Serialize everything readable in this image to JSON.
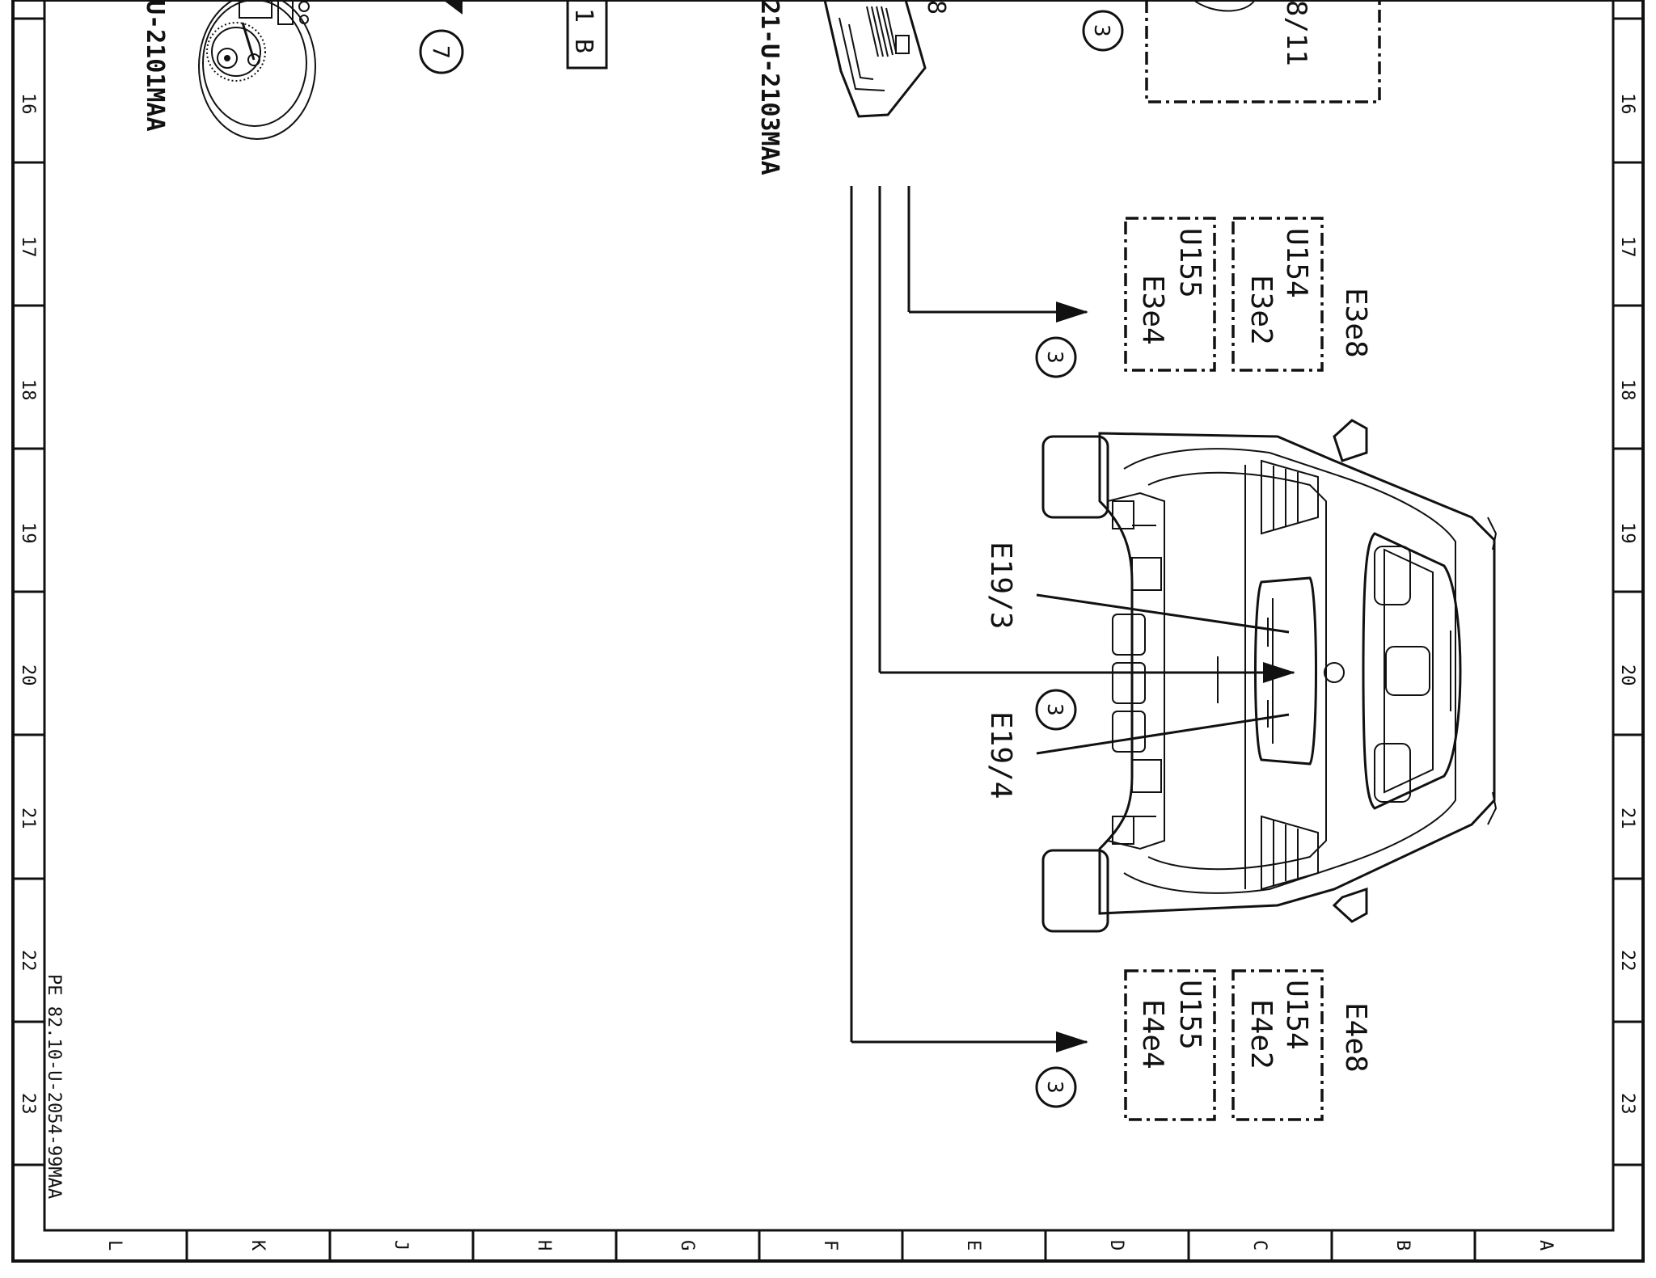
{
  "frame": {
    "row_labels": [
      "16",
      "17",
      "18",
      "19",
      "20",
      "21",
      "22",
      "23"
    ],
    "col_labels": [
      "L",
      "K",
      "J",
      "H",
      "G",
      "F",
      "E",
      "D",
      "C",
      "B",
      "A"
    ]
  },
  "drawing_number": "PE 82.10-U-2054-99MAA",
  "part_refs": {
    "left_top": "U-2101MAA",
    "middle_top": "21-U-2103MAA",
    "middle_top_digit": "8",
    "right_top_frag": "8/11",
    "box_b": "B",
    "box_b_prefix": "1"
  },
  "callouts": {
    "c7": "7",
    "c3_top": "3",
    "c3_a": "3",
    "c3_b": "3",
    "c3_c": "3"
  },
  "boxes": {
    "top": {
      "group": "E3e8",
      "col1_a": "U154",
      "col1_b": "E3e2",
      "col2_a": "U155",
      "col2_b": "E3e4"
    },
    "bottom": {
      "group": "E4e8",
      "col1_a": "U154",
      "col1_b": "E4e2",
      "col2_a": "U155",
      "col2_b": "E4e4"
    }
  },
  "component_labels": {
    "e19_3": "E19/3",
    "e19_4": "E19/4"
  }
}
